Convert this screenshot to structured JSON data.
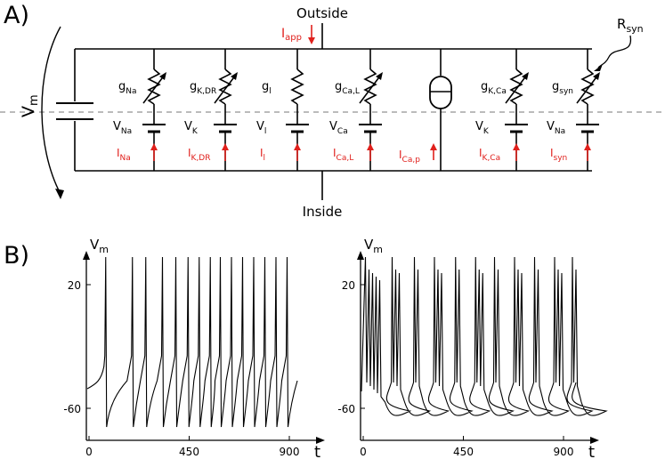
{
  "panel_a": {
    "label": "A)",
    "outside": "Outside",
    "inside": "Inside",
    "vm": {
      "main": "V",
      "sub": "m"
    },
    "i_app": {
      "main": "I",
      "sub": "app"
    },
    "r_syn": {
      "main": "R",
      "sub": "syn"
    },
    "branches": [
      {
        "g": {
          "main": "g",
          "sub": "Na"
        },
        "v": {
          "main": "V",
          "sub": "Na"
        },
        "i": {
          "main": "I",
          "sub": "Na"
        }
      },
      {
        "g": {
          "main": "g",
          "sub": "K,DR"
        },
        "v": {
          "main": "V",
          "sub": "K"
        },
        "i": {
          "main": "I",
          "sub": "K,DR"
        }
      },
      {
        "g": {
          "main": "g",
          "sub": "l"
        },
        "v": {
          "main": "V",
          "sub": "l"
        },
        "i": {
          "main": "I",
          "sub": "l"
        }
      },
      {
        "g": {
          "main": "g",
          "sub": "Ca,L"
        },
        "v": {
          "main": "V",
          "sub": "Ca"
        },
        "i": {
          "main": "I",
          "sub": "Ca,L"
        }
      },
      {
        "i": {
          "main": "I",
          "sub": "Ca,p"
        }
      },
      {
        "g": {
          "main": "g",
          "sub": "K,Ca"
        },
        "v": {
          "main": "V",
          "sub": "K"
        },
        "i": {
          "main": "I",
          "sub": "K,Ca"
        }
      },
      {
        "g": {
          "main": "g",
          "sub": "syn"
        },
        "v": {
          "main": "V",
          "sub": "Na"
        },
        "i": {
          "main": "I",
          "sub": "syn"
        }
      }
    ]
  },
  "panel_b": {
    "label": "B)",
    "plots": [
      {
        "ylabel": {
          "main": "V",
          "sub": "m"
        },
        "xlabel": "t",
        "yticks": [
          "20",
          "-60"
        ],
        "xticks": [
          "0",
          "450",
          "900"
        ],
        "pattern": "tonic spiking",
        "spike_times": [
          75,
          195,
          255,
          330,
          390,
          445,
          495,
          545,
          590,
          640,
          690,
          740,
          790,
          840,
          890
        ]
      },
      {
        "ylabel": {
          "main": "V",
          "sub": "m"
        },
        "xlabel": "t",
        "yticks": [
          "20",
          "-60"
        ],
        "xticks": [
          "0",
          "450",
          "900"
        ],
        "pattern": "bursting"
      }
    ]
  },
  "colors": {
    "accent": "#e0201c",
    "ink": "#000000",
    "dashed": "#777777"
  }
}
